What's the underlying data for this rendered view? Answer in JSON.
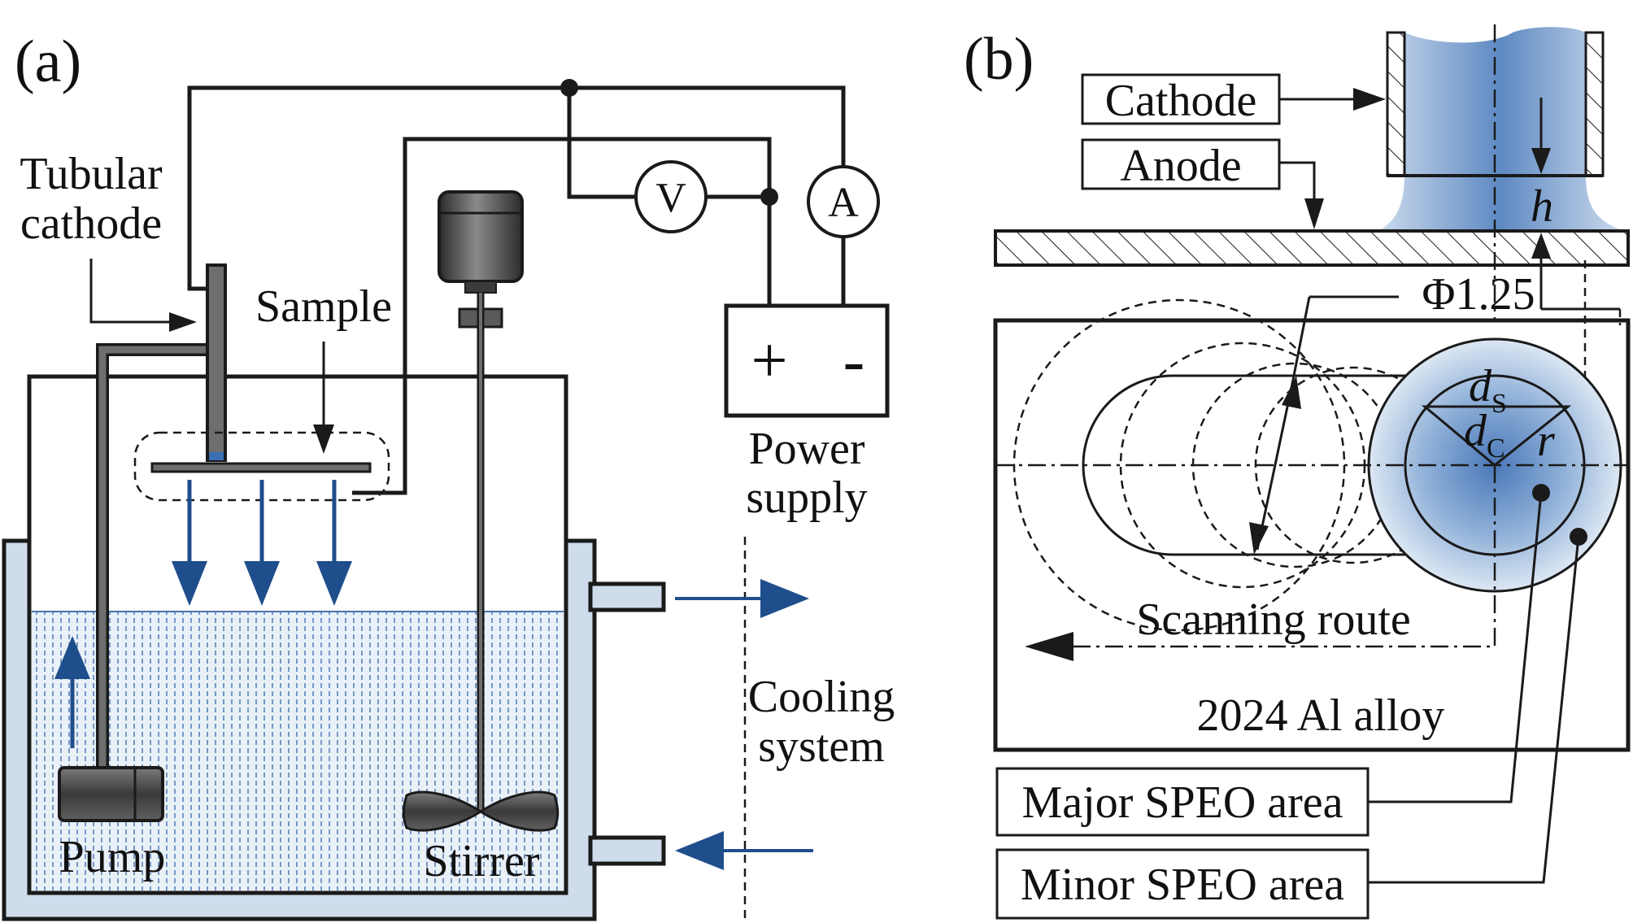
{
  "panel_a": {
    "label": "(a)",
    "tubular_cathode": [
      "Tubular",
      "cathode"
    ],
    "sample": "Sample",
    "voltmeter": "V",
    "ammeter": "A",
    "power_plus": "+",
    "power_minus": "-",
    "power_supply": [
      "Power",
      "supply"
    ],
    "cooling_system": [
      "Cooling",
      "system"
    ],
    "pump": "Pump",
    "stirrer": "Stirrer"
  },
  "panel_b": {
    "label": "(b)",
    "cathode": "Cathode",
    "anode": "Anode",
    "h": "h",
    "diameter": "Φ1.25",
    "d_s": "d",
    "d_s_sub": "S",
    "d_c": "d",
    "d_c_sub": "C",
    "r": "r",
    "scanning_route": "Scanning route",
    "alloy": "2024 Al alloy",
    "major_area": "Major SPEO area",
    "minor_area": "Minor SPEO area"
  },
  "colors": {
    "electrolyte_fill": "#cfdcec",
    "arrow_blue": "#1f4e8c",
    "discharge_center": "#4a78b8",
    "motor_dark": "#3a3a3a"
  }
}
